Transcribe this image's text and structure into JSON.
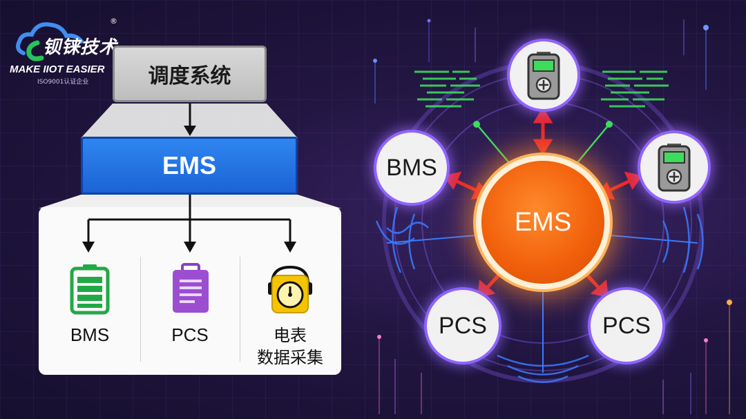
{
  "logo": {
    "cn": "钡铼技术",
    "en": "MAKE IIOT EASIER",
    "iso": "ISO9001认证企业",
    "reg": "®",
    "icon": "cloud-c-logo-icon"
  },
  "left_diagram": {
    "top_box": "调度系统",
    "ems": "EMS",
    "devices": [
      {
        "label": "BMS",
        "icon": "battery-icon",
        "color": "#23a846"
      },
      {
        "label": "PCS",
        "icon": "pcs-cabinet-icon",
        "color": "#8a3fc0"
      },
      {
        "label_line1": "电表",
        "label_line2": "数据采集",
        "icon": "meter-gauge-icon",
        "color": "#f5c400"
      }
    ],
    "colors": {
      "ems_blue": "#1f6fe0",
      "dispatch_gray": "#c8c8c8"
    }
  },
  "right_diagram": {
    "center": "EMS",
    "nodes": [
      {
        "label": "BMS"
      },
      {
        "label": "PCS"
      },
      {
        "label": "PCS"
      },
      {
        "label": "",
        "icon": "meter-device-icon"
      },
      {
        "label": "",
        "icon": "meter-device-icon"
      }
    ],
    "colors": {
      "center": "#f2620c",
      "arrow": "#e8262b",
      "ring_glow": "#8f64ff",
      "data_green": "#3ddc5a",
      "signal_blue": "#3a7bff"
    }
  }
}
